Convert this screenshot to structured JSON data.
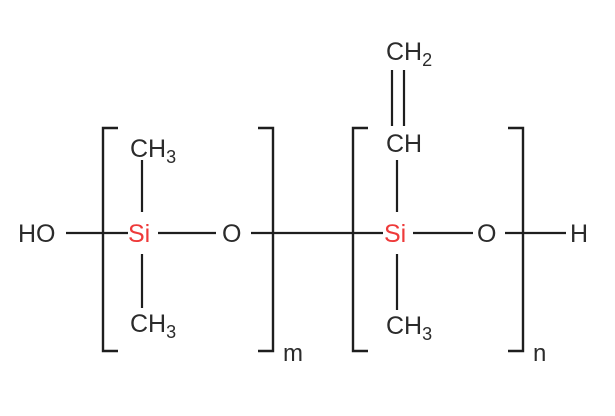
{
  "diagram": {
    "type": "chemical-structure",
    "description": "Vinyl-functional silanol-terminated polydimethylsiloxane copolymer",
    "colors": {
      "silicon": "#ee3a3a",
      "bonds": "#1e1e1e",
      "text": "#2b2b2b"
    },
    "left_terminal": "HO",
    "right_terminal": "H",
    "unit_m": {
      "silicon": "Si",
      "top_substituent": {
        "main": "CH",
        "sub": "3"
      },
      "bottom_substituent": {
        "main": "CH",
        "sub": "3"
      },
      "oxygen": "O",
      "repeat_index": "m"
    },
    "unit_n": {
      "silicon": "Si",
      "vinyl_top": {
        "main": "CH",
        "sub": "2"
      },
      "vinyl_ch": "CH",
      "bottom_substituent": {
        "main": "CH",
        "sub": "3"
      },
      "oxygen": "O",
      "repeat_index": "n"
    }
  }
}
